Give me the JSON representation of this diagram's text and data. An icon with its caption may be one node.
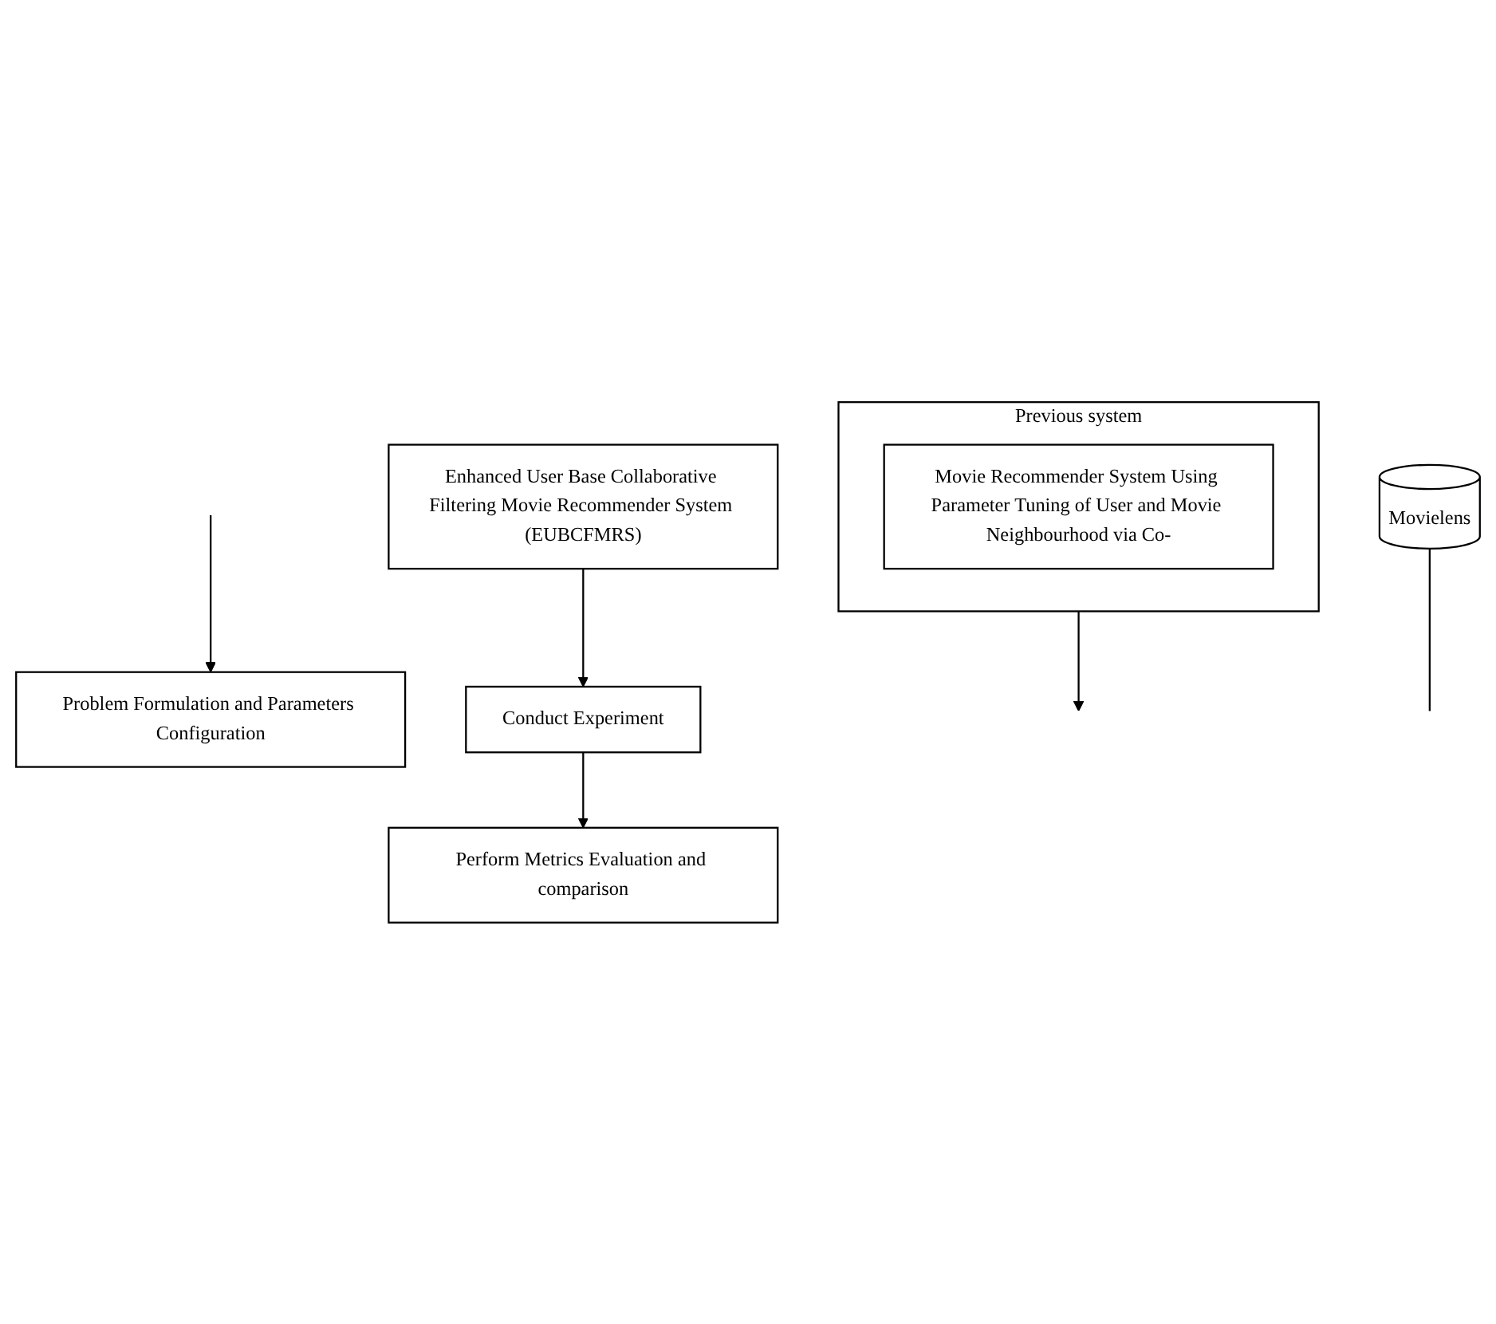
{
  "diagram": {
    "nodes": [
      {
        "text": [
          "Previous system"
        ]
      },
      {
        "text": [
          "Movie Recommender System Using Parameter Tuning of User and Movie Neighbourhood via Co-"
        ],
        "in": 0
      },
      {
        "text": [
          "Problem Formulation and Parameters Configuration"
        ]
      },
      {
        "text": [
          "Enhanced User Base Collaborative Filtering Movie Recommender System (EUBCFMRS)"
        ]
      },
      {
        "text": [
          "Conduct Experiment"
        ]
      },
      {
        "text": [
          "Perform Metrics Evaluation and comparison"
        ]
      },
      {
        "text": [
          "Movielens"
        ]
      }
    ],
    "edges": [
      {
        "from": 0,
        "to": null,
        "arrow": "to"
      },
      {
        "from": null,
        "to": 2,
        "arrow": "to"
      },
      {
        "from": 3,
        "to": 4,
        "arrow": "to"
      },
      {
        "from": 4,
        "to": 5,
        "arrow": "to"
      },
      {
        "from": 6,
        "to": null,
        "arrow": "none"
      }
    ]
  }
}
